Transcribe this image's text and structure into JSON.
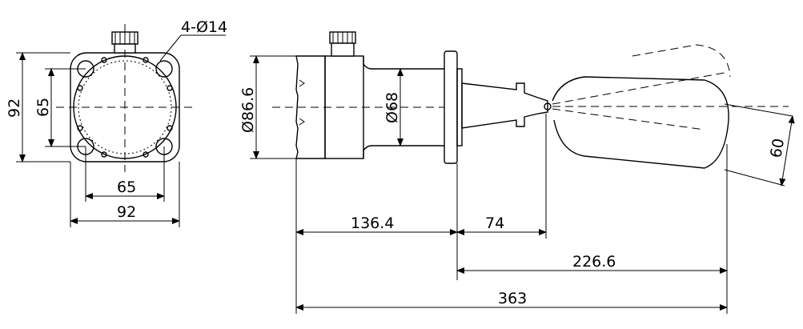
{
  "front_view": {
    "callout": "4-Ø14",
    "height_outer": "92",
    "height_inner": "65",
    "width_inner": "65",
    "width_outer": "92"
  },
  "side_view": {
    "diameter_housing": "Ø86.6",
    "diameter_neck": "Ø68",
    "float_diameter": "60",
    "length_housing": "136.4",
    "length_stem": "74",
    "length_float": "226.6",
    "length_total": "363"
  }
}
